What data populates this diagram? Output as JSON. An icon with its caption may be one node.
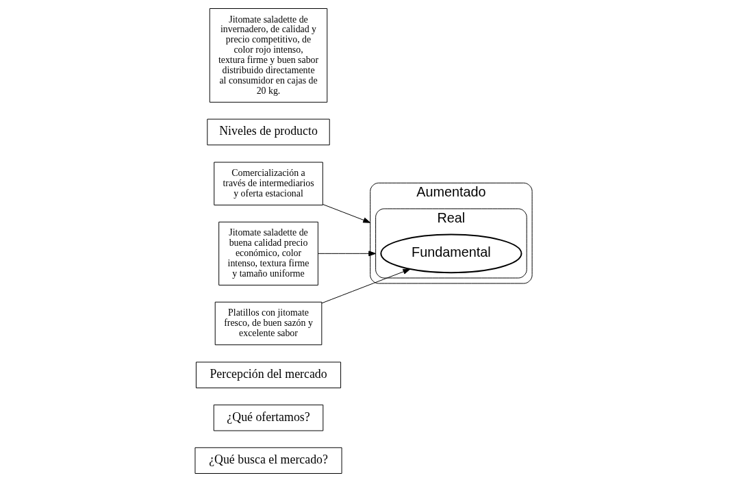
{
  "diagram": {
    "nodes": [
      {
        "text": [
          "¿Qué busca el mercado?"
        ]
      },
      {
        "text": [
          "¿Qué ofertamos?"
        ]
      },
      {
        "text": [
          "Percepción del mercado"
        ]
      },
      {
        "text": [
          "Comercialización a través de intermediarios y oferta estacional"
        ]
      },
      {
        "text": [
          "Niveles de producto"
        ]
      },
      {
        "text": [
          "Jitomate saladette de invernadero, de calidad y precio competitivo, de color rojo intenso, textura firme y buen sabor distribuido directamente al consumidor en cajas de 20 kg."
        ]
      },
      {
        "text": [
          "Jitomate saladette de buena calidad precio económico, color intenso, textura firme y tamaño uniforme"
        ]
      },
      {
        "text": [
          "Platillos con jitomate fresco, de buen sazón y excelente sabor"
        ]
      },
      {
        "text": [
          "Aumentado"
        ]
      },
      {
        "text": [
          "Real"
        ],
        "in": 8
      },
      {
        "text": [
          "Fundamental"
        ],
        "in": 9
      }
    ],
    "edges": [
      {
        "from": 3,
        "to": 8,
        "arrow": "to"
      },
      {
        "from": 6,
        "to": 9,
        "arrow": "to"
      },
      {
        "from": 7,
        "to": 10,
        "arrow": "to"
      }
    ]
  }
}
